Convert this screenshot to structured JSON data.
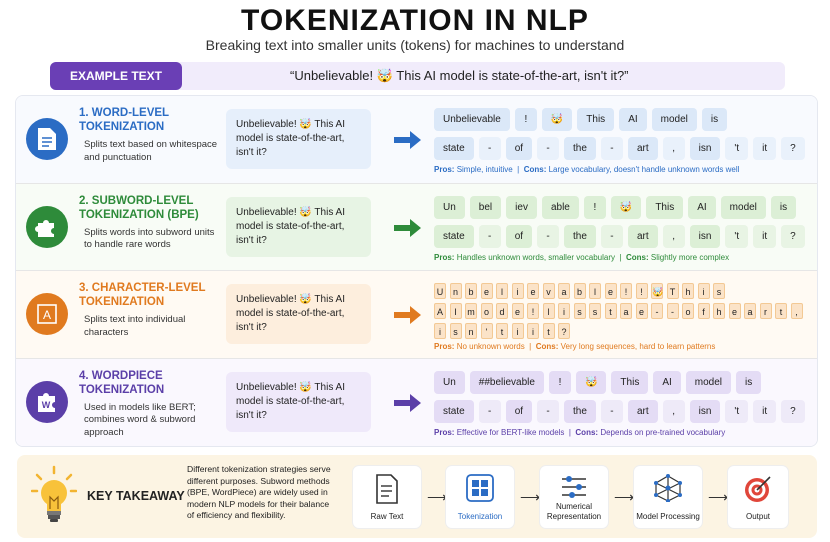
{
  "title": "TOKENIZATION IN NLP",
  "subtitle": "Breaking text into smaller units (tokens) for machines to understand",
  "example": {
    "label": "EXAMPLE TEXT",
    "text": "“Unbelievable! 🤯 This AI model is state-of-the-art, isn't it?”"
  },
  "rows": [
    {
      "title": "1. WORD-LEVEL TOKENIZATION",
      "desc": "Splits text based on whitespace and punctuation",
      "sample": "Unbelievable! 🤯 This AI model is state-of-the-art, isn't it?",
      "icon": "document-icon",
      "color": "#2b6cc4",
      "bg": "#e6effb",
      "tokbg": "#dbe8f8",
      "light": "#e9f1fb",
      "tokens": [
        [
          "Unbelievable",
          "!",
          "🤯",
          "This",
          "AI",
          "model",
          "is"
        ],
        [
          "state",
          "-",
          "of",
          "-",
          "the",
          "-",
          "art",
          ",",
          "isn",
          "'t",
          "it",
          "?"
        ]
      ],
      "pros_label": "Pros:",
      "pros": "Simple, intuitive",
      "cons_label": "Cons:",
      "cons": "Large vocabulary, doesn't handle unknown words well"
    },
    {
      "title": "2. SUBWORD-LEVEL TOKENIZATION (BPE)",
      "desc": "Splits words into subword units to handle rare words",
      "sample": "Unbelievable! 🤯 This AI model is state-of-the-art, isn't it?",
      "icon": "puzzle-icon",
      "color": "#2e8b3a",
      "bg": "#e7f4e4",
      "tokbg": "#dcefd6",
      "light": "#e8f4e4",
      "tokens": [
        [
          "Un",
          "bel",
          "iev",
          "able",
          "!",
          "🤯",
          "This",
          "AI",
          "model",
          "is"
        ],
        [
          "state",
          "-",
          "of",
          "-",
          "the",
          "-",
          "art",
          ",",
          "isn",
          "'t",
          "it",
          "?"
        ]
      ],
      "pros_label": "Pros:",
      "pros": "Handles unknown words, smaller vocabulary",
      "cons_label": "Cons:",
      "cons": "Slightly more complex"
    },
    {
      "title": "3. CHARACTER-LEVEL TOKENIZATION",
      "desc": "Splits text into individual characters",
      "sample": "Unbelievable! 🤯 This AI model is state-of-the-art, isn't it?",
      "icon": "character-icon",
      "color": "#e07a1f",
      "bg": "#fdeedd",
      "tokbg": "#fbe3c8",
      "light": "#fbe3c8",
      "tokens": [
        [
          "U",
          "n",
          "b",
          "e",
          "l",
          "i",
          "e",
          "v",
          "a",
          "b",
          "l",
          "e",
          "!",
          "!",
          "🤯",
          "T",
          "h",
          "i",
          "s"
        ],
        [
          "A",
          "I",
          "m",
          "o",
          "d",
          "e",
          "!",
          "l",
          "i",
          "s",
          "s",
          "t",
          "a",
          "e",
          "-",
          "-",
          "o",
          "f",
          "h",
          "e",
          "a",
          "r",
          "t",
          ","
        ],
        [
          "i",
          "s",
          "n",
          "'",
          "t",
          "i",
          "i",
          "t",
          "?"
        ]
      ],
      "pros_label": "Pros:",
      "pros": "No unknown words",
      "cons_label": "Cons:",
      "cons": "Very long sequences, hard to learn patterns"
    },
    {
      "title": "4. WORDPIECE TOKENIZATION",
      "desc": "Used in models like BERT; combines word & subword approach",
      "sample": "Unbelievable! 🤯 This AI model is state-of-the-art, isn't it?",
      "icon": "wordpiece-puzzle-icon",
      "color": "#5b3fa8",
      "bg": "#efe9fa",
      "tokbg": "#e4dcf5",
      "light": "#eeeaf8",
      "tokens": [
        [
          "Un",
          "##believable",
          "!",
          "🤯",
          "This",
          "AI",
          "model",
          "is"
        ],
        [
          "state",
          "-",
          "of",
          "-",
          "the",
          "-",
          "art",
          ",",
          "isn",
          "'t",
          "it",
          "?"
        ]
      ],
      "pros_label": "Pros:",
      "pros": "Effective for BERT-like models",
      "cons_label": "Cons:",
      "cons": "Depends on pre-trained vocabulary"
    }
  ],
  "takeaway": {
    "title": "KEY TAKEAWAY",
    "text": "Different tokenization strategies serve different purposes. Subword methods (BPE, WordPiece) are widely used in modern NLP models for their balance of efficiency and flexibility.",
    "steps": [
      "Raw Text",
      "Tokenization",
      "Numerical Representation",
      "Model Processing",
      "Output"
    ]
  }
}
